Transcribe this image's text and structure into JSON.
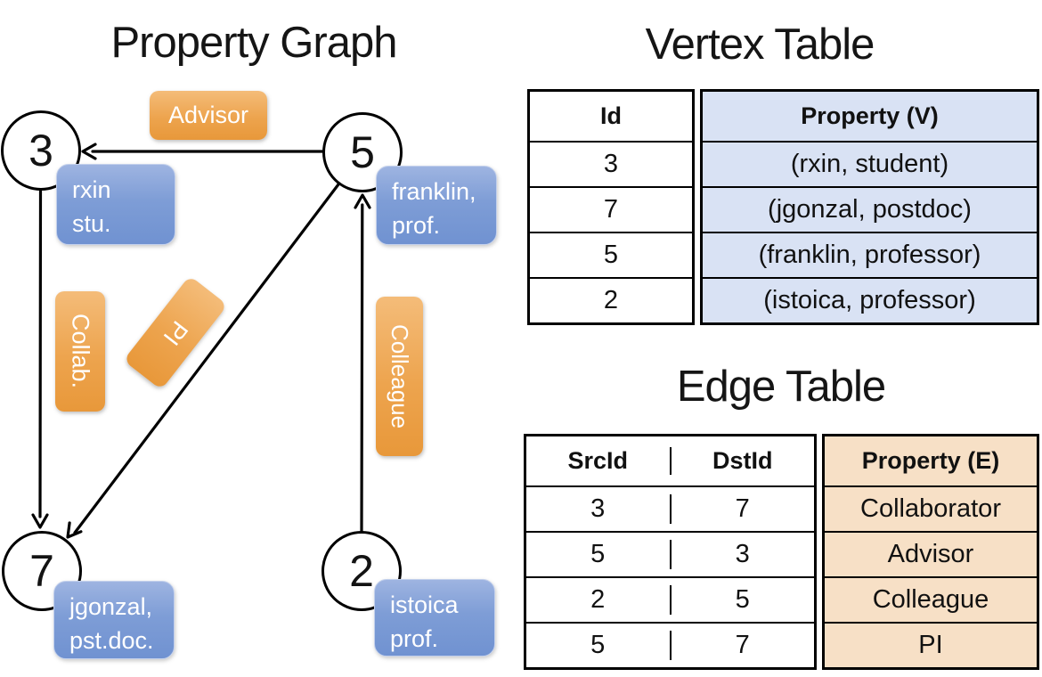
{
  "graph": {
    "title": "Property Graph",
    "nodes": [
      {
        "id": "3",
        "label_lines": [
          "rxin",
          "stu."
        ]
      },
      {
        "id": "5",
        "label_lines": [
          "franklin,",
          "prof."
        ]
      },
      {
        "id": "7",
        "label_lines": [
          "jgonzal,",
          "pst.doc."
        ]
      },
      {
        "id": "2",
        "label_lines": [
          "istoica",
          "prof."
        ]
      }
    ],
    "edge_labels": {
      "advisor": "Advisor",
      "collab": "Collab.",
      "pi": "PI",
      "colleague": "Colleague"
    }
  },
  "vertex_table": {
    "title": "Vertex Table",
    "columns": {
      "id": "Id",
      "property": "Property (V)"
    },
    "rows": [
      {
        "id": "3",
        "property": "(rxin, student)"
      },
      {
        "id": "7",
        "property": "(jgonzal, postdoc)"
      },
      {
        "id": "5",
        "property": "(franklin, professor)"
      },
      {
        "id": "2",
        "property": "(istoica, professor)"
      }
    ]
  },
  "edge_table": {
    "title": "Edge Table",
    "columns": {
      "src": "SrcId",
      "dst": "DstId",
      "property": "Property (E)"
    },
    "rows": [
      {
        "src": "3",
        "dst": "7",
        "property": "Collaborator"
      },
      {
        "src": "5",
        "dst": "3",
        "property": "Advisor"
      },
      {
        "src": "2",
        "dst": "5",
        "property": "Colleague"
      },
      {
        "src": "5",
        "dst": "7",
        "property": "PI"
      }
    ]
  },
  "colors": {
    "edge_label_orange": "#EDA44E",
    "vertex_box_blue": "#7E9DD6",
    "vertex_table_fill": "#D9E2F4",
    "edge_table_fill": "#F7E0C6",
    "line_black": "#000000"
  }
}
